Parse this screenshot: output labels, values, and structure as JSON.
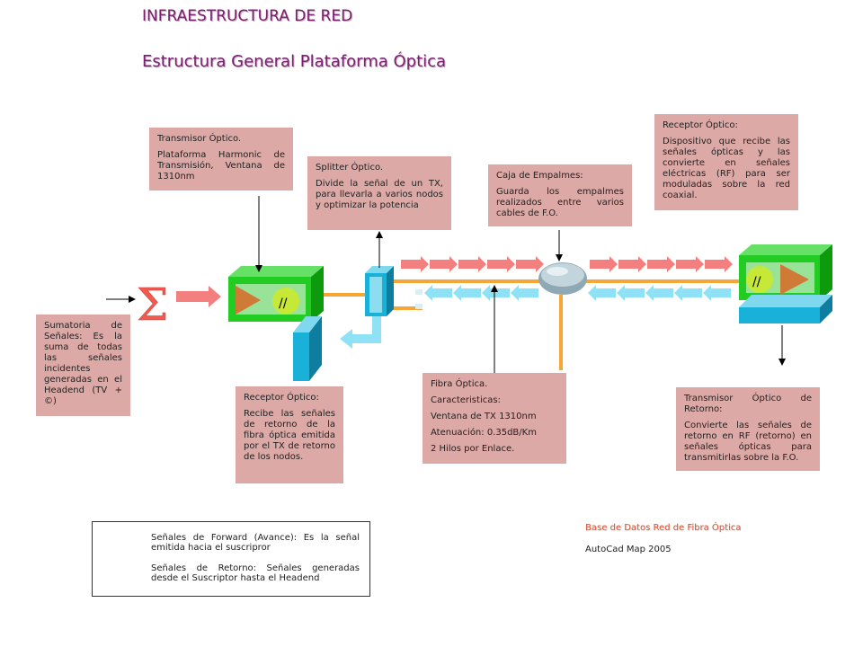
{
  "header": {
    "title": "INFRAESTRUCTURA DE RED",
    "subtitle": "Estructura General Plataforma Óptica"
  },
  "boxes": {
    "transmisor": {
      "title": "Transmisor Óptico.",
      "body": "Plataforma Harmonic de Transmisión, Ventana de 1310nm"
    },
    "splitter": {
      "title": "Splitter Óptico.",
      "body": "Divide la señal de un TX, para llevarla a varios nodos y optimizar la potencia"
    },
    "caja": {
      "title": "Caja de Empalmes:",
      "body": "Guarda los empalmes realizados entre varios cables de F.O."
    },
    "receptor_nodo": {
      "title": "Receptor Óptico:",
      "body": "Dispositivo que recibe las señales ópticas y las convierte en señales eléctricas (RF) para ser moduladas sobre la red coaxial."
    },
    "sumatoria": {
      "body": "Sumatoria de Señales: Es la suma de todas las señales incidentes generadas en el Headend (TV + ©)"
    },
    "receptor_headend": {
      "title": "Receptor Óptico:",
      "body": "Recibe las señales de retorno de la fibra óptica emitida por el TX de retorno de los nodos."
    },
    "fibra": {
      "title": "Fibra Óptica.",
      "lines": [
        "Caracteristicas:",
        "Ventana de TX 1310nm",
        "Atenuación: 0.35dB/Km",
        "2 Hilos por Enlace."
      ]
    },
    "tx_retorno": {
      "title": "Transmisor Óptico de Retorno:",
      "body": "Convierte las señales de retorno en RF (retorno) en señales ópticas para transmitirlas sobre la F.O."
    }
  },
  "legend": {
    "forward": "Señales de Forward (Avance): Es la señal emitida hacia el suscripror",
    "retorno": "Señales de Retorno: Señales generadas desde el Suscriptor hasta el Headend"
  },
  "credits": {
    "database": "Base de Datos Red de Fibra Óptica",
    "software": "AutoCad Map 2005"
  },
  "symbols": {
    "sigma": "Σ"
  },
  "colors": {
    "forward": "#f47f7f",
    "retorno": "#8fe1f5",
    "fiber": "#f7a535",
    "device_green": "#22cc22",
    "device_blue": "#1ab1d9",
    "label_box": "#dda9a6",
    "title": "#7a1f6e"
  }
}
